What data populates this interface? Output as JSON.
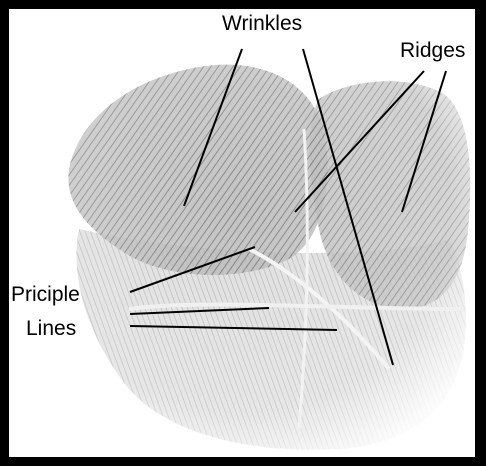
{
  "labels": {
    "wrinkles": "Wrinkles",
    "ridges": "Ridges",
    "principle_line1": "Priciple",
    "principle_line2": "Lines"
  },
  "colors": {
    "frame": "#000000",
    "background": "#ffffff",
    "ink": "#000000",
    "palm_shade": "#8a8a8a"
  }
}
